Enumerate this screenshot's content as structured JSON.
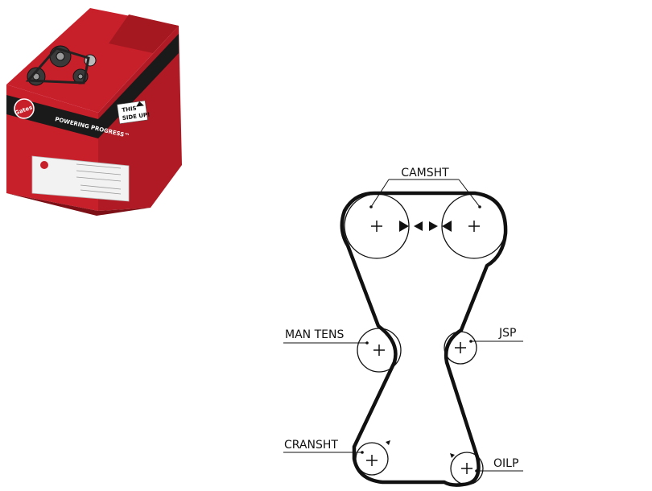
{
  "package": {
    "brand": "Gates",
    "tagline": "POWERING PROGRESS™",
    "orientation_line1": "THIS",
    "orientation_line2": "SIDE UP!",
    "colors": {
      "box_red": "#c8202b",
      "box_dark_red": "#8e1119",
      "label_white": "#f2f2f2"
    }
  },
  "diagram": {
    "labels": {
      "camshaft": "CAMSHT",
      "tensioner": "MAN TENS",
      "idler": "JSP",
      "crankshaft": "CRANSHT",
      "oil_pump": "OILP"
    },
    "colors": {
      "belt": "#111111",
      "pulley": "#111111"
    }
  }
}
